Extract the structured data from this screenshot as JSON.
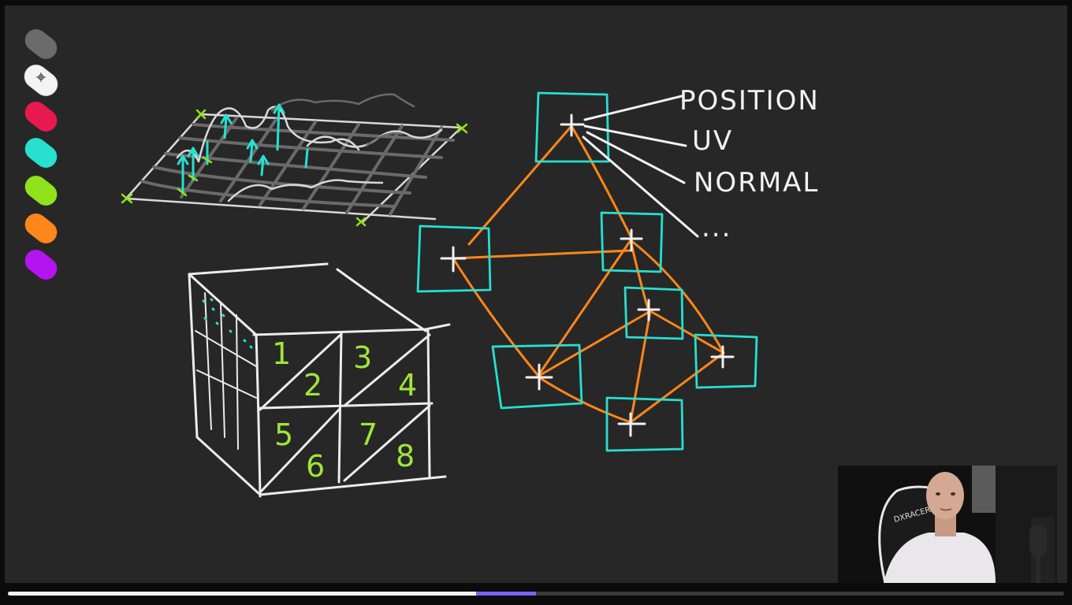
{
  "video": {
    "progress_played_fraction": 0.443,
    "progress_buffered_fraction": 0.5,
    "accent_color": "#7f60ef"
  },
  "palette": {
    "colors": [
      "#6b6b6b",
      "#f3f3f3",
      "#e8194f",
      "#27e0d0",
      "#8fe21c",
      "#ff861a",
      "#b314f0"
    ],
    "selected_index": 1,
    "cursor_icon": "crosshair-icon"
  },
  "board": {
    "labels": {
      "position": "POSITION",
      "uv": "UV",
      "normal": "NORMAL",
      "ellipsis": "..."
    },
    "cube_numbers": [
      "1",
      "2",
      "3",
      "4",
      "5",
      "6",
      "7",
      "8"
    ]
  },
  "webcam": {
    "chair_brand": "DXRACER"
  }
}
